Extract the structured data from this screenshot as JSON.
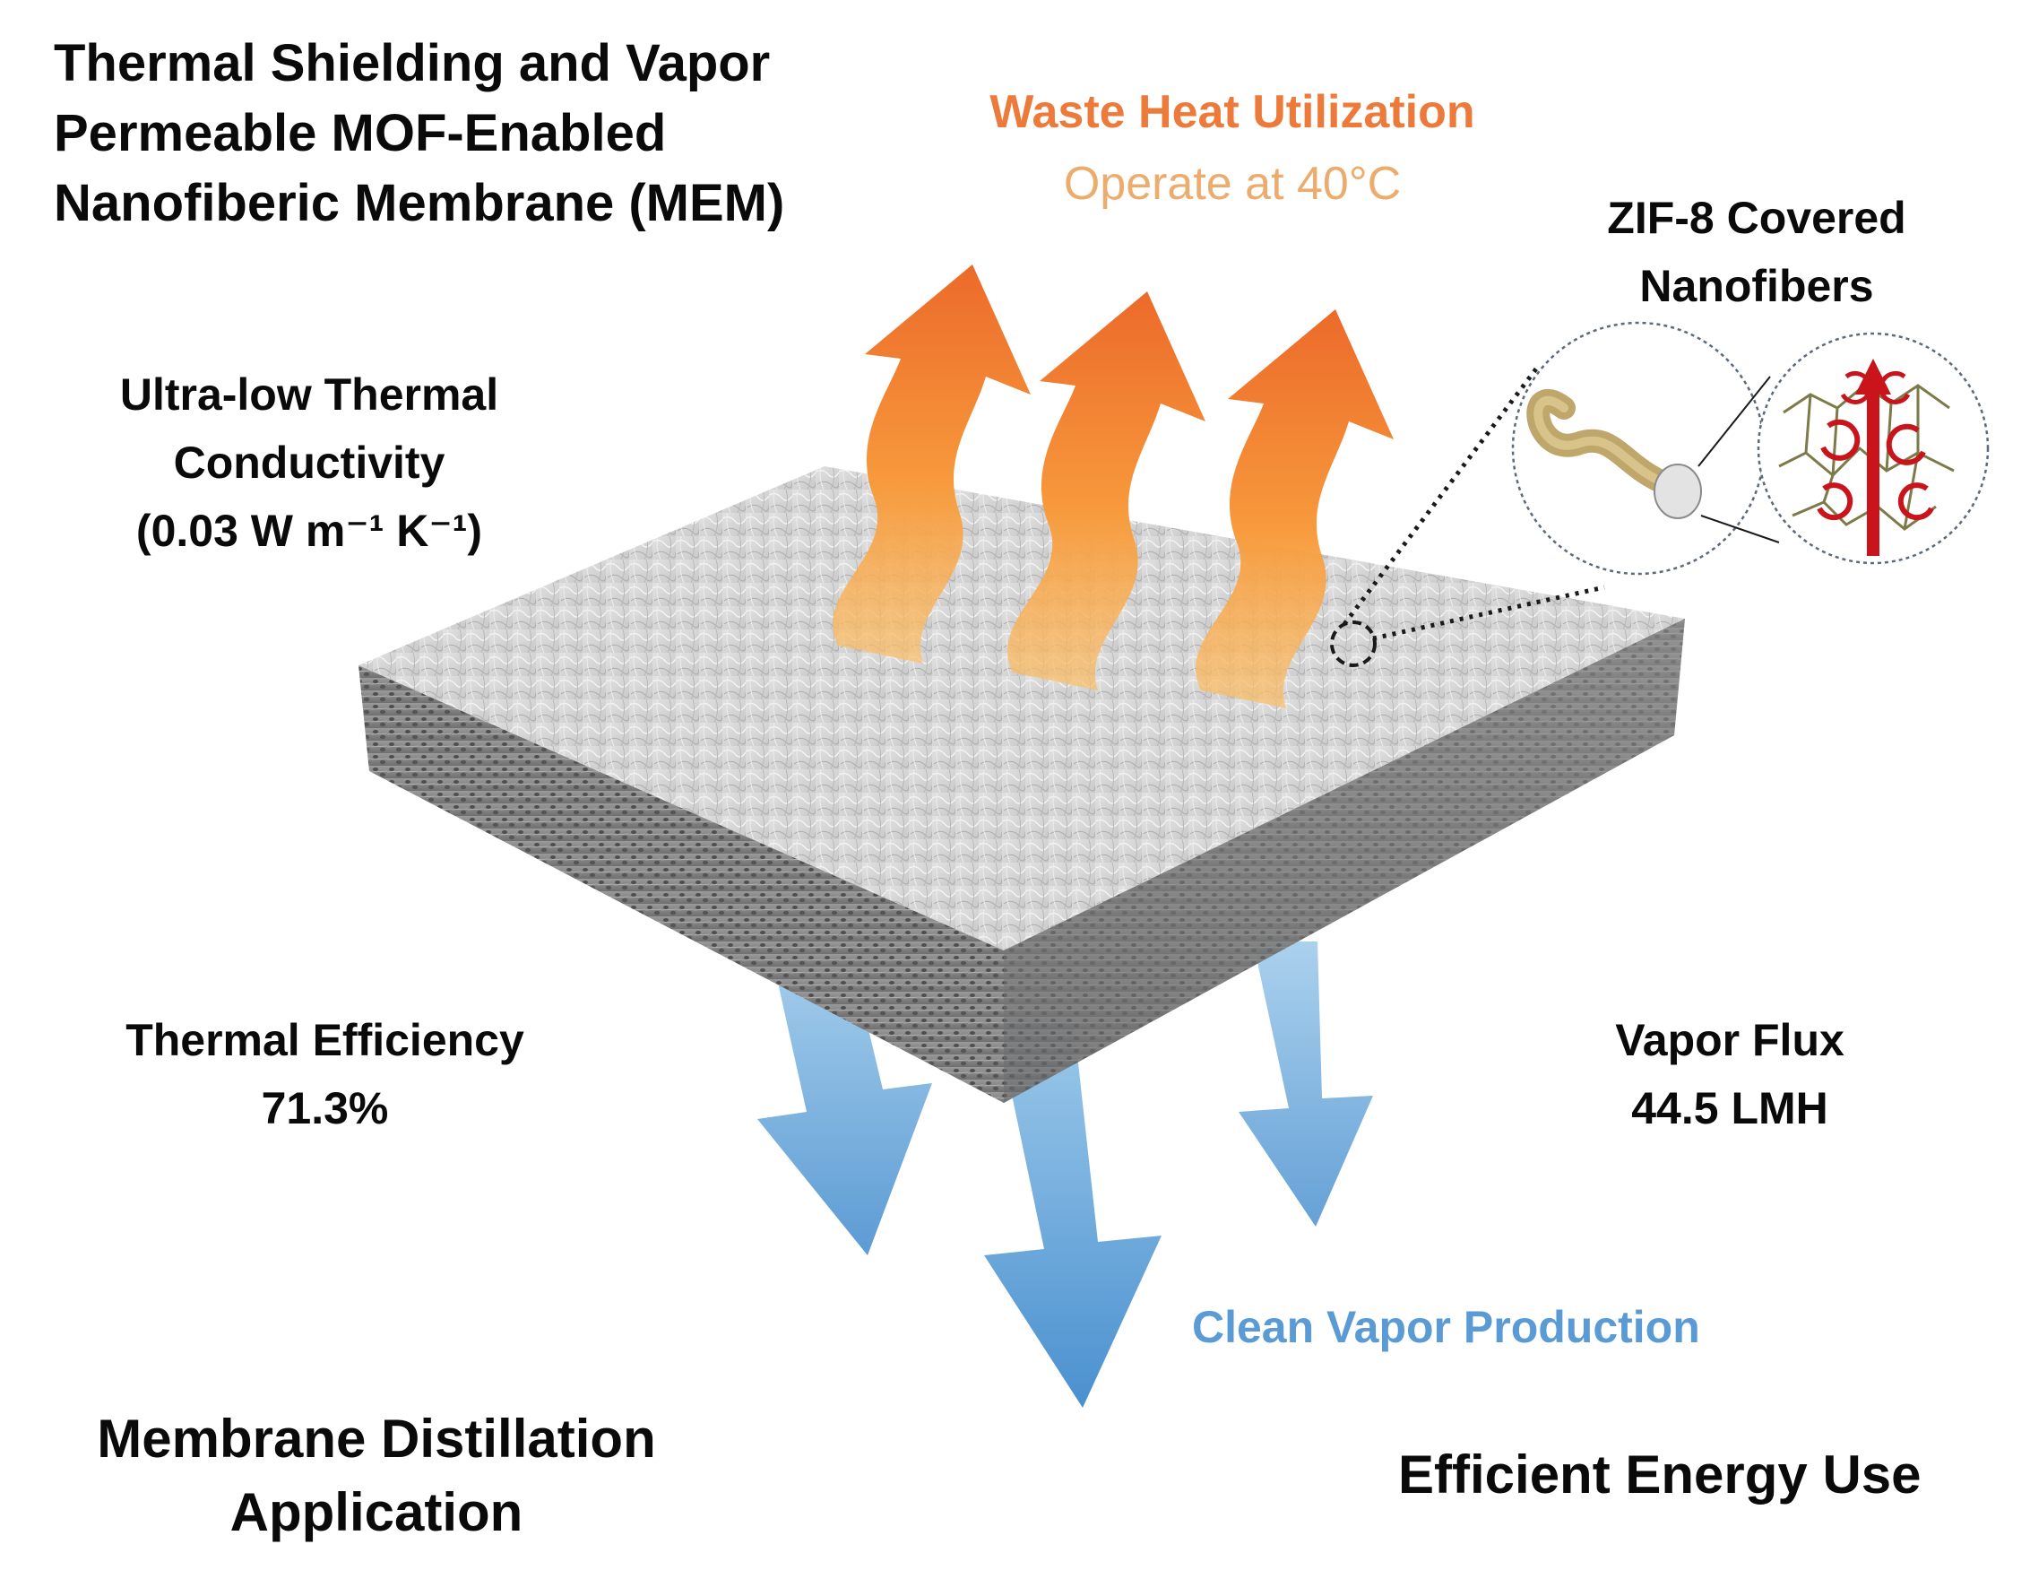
{
  "title": {
    "lines": [
      "Thermal Shielding and Vapor",
      "Permeable MOF-Enabled",
      "Nanofiberic Membrane (MEM)"
    ]
  },
  "top": {
    "headline": "Waste Heat Utilization",
    "subline": "Operate at 40°C"
  },
  "inset": {
    "lines": [
      "ZIF-8 Covered",
      "Nanofibers"
    ]
  },
  "conductivity": {
    "lines": [
      "Ultra-low Thermal",
      "Conductivity",
      "(0.03 W m⁻¹ K⁻¹)"
    ]
  },
  "efficiency": {
    "lines": [
      "Thermal Efficiency",
      "71.3%"
    ]
  },
  "flux": {
    "lines": [
      "Vapor Flux",
      "44.5 LMH"
    ]
  },
  "clean_vapor": "Clean Vapor Production",
  "application": {
    "lines": [
      "Membrane Distillation",
      "Application"
    ]
  },
  "energy": "Efficient Energy Use",
  "colors": {
    "heat_arrow_top": "#ec6f2d",
    "heat_arrow_bottom": "#f8b24f",
    "vapor_arrow": "#5ba3d6",
    "headline": "#ec7b3b",
    "subline": "#ebac6d",
    "clean_vapor": "#5b9bd5",
    "membrane": "#cfcfcf",
    "molecule": "#c9141b"
  }
}
